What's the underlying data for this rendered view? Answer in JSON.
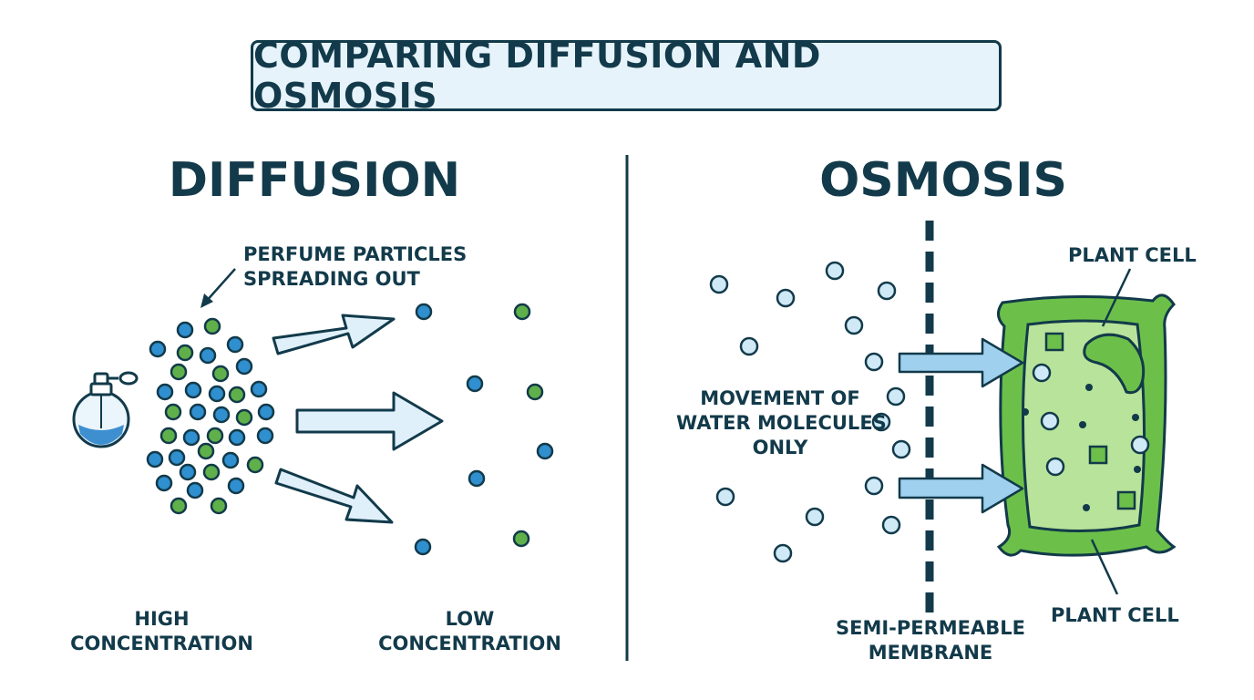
{
  "title": "COMPARING DIFFUSION AND OSMOSIS",
  "diffusion": {
    "heading": "DIFFUSION",
    "particles_label": [
      "PERFUME PARTICLES",
      "SPREADING OUT"
    ],
    "high_label": [
      "HIGH",
      "CONCENTRATION"
    ],
    "low_label": [
      "LOW",
      "CONCENTRATION"
    ]
  },
  "osmosis": {
    "heading": "OSMOSIS",
    "movement_label": [
      "MOVEMENT OF",
      "WATER MOLECULES",
      "ONLY"
    ],
    "membrane_label": [
      "SEMI-PERMEABLE",
      "MEMBRANE"
    ],
    "plant_cell_top": "PLANT CELL",
    "plant_cell_bottom": "PLANT CELL"
  },
  "colors": {
    "ink": "#123a4a",
    "blue_particle": "#2f8fcf",
    "green_particle": "#5fb04a",
    "water_molecule": "#cfe9f7",
    "arrow_fill": "#dff0fa",
    "cell_wall": "#6cc04a",
    "cytoplasm": "#b8e39a",
    "title_bg": "#e6f3fb"
  },
  "icons": [
    "perfume-bottle-icon"
  ]
}
